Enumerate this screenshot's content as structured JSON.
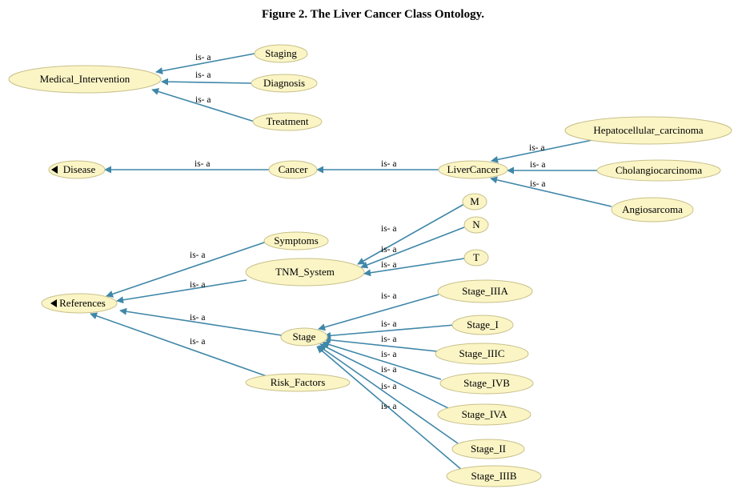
{
  "figure": {
    "title": "Figure 2. The Liver Cancer Class Ontology."
  },
  "colors": {
    "node_fill": "#fbf5c6",
    "node_stroke": "#c8c08a",
    "edge": "#3f87a8"
  },
  "nodes": {
    "medical_intervention": "Medical_Intervention",
    "staging": "Staging",
    "diagnosis": "Diagnosis",
    "treatment": "Treatment",
    "disease": "Disease",
    "cancer": "Cancer",
    "liver_cancer": "LiverCancer",
    "hepatocellular": "Hepatocellular_carcinoma",
    "cholangiocarcinoma": "Cholangiocarcinoma",
    "angiosarcoma": "Angiosarcoma",
    "m": "M",
    "n": "N",
    "t": "T",
    "symptoms": "Symptoms",
    "tnm_system": "TNM_System",
    "references": "References",
    "stage": "Stage",
    "risk_factors": "Risk_Factors",
    "stage_iiia": "Stage_IIIA",
    "stage_i": "Stage_I",
    "stage_iiic": "Stage_IIIC",
    "stage_ivb": "Stage_IVB",
    "stage_iva": "Stage_IVA",
    "stage_ii": "Stage_II",
    "stage_iiib": "Stage_IIIB"
  },
  "edge_label": "is- a"
}
